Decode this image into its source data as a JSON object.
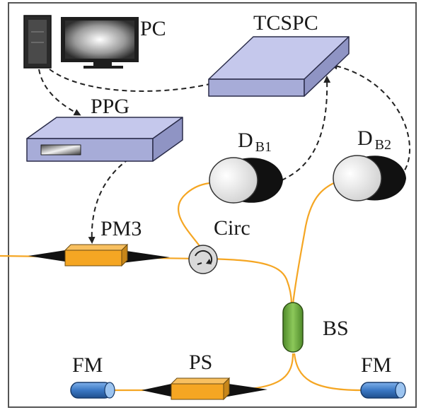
{
  "labels": {
    "pc": "PC",
    "tcspc": "TCSPC",
    "ppg": "PPG",
    "detector_1_main": "D",
    "detector_1_sub": "B1",
    "detector_2_main": "D",
    "detector_2_sub": "B2",
    "pm3": "PM3",
    "circ": "Circ",
    "bs": "BS",
    "fm_left": "FM",
    "ps": "PS",
    "fm_right": "FM"
  },
  "colors": {
    "fiber": "#f5a623",
    "device_box": "#a7acd8",
    "device_edge": "#2b2d4a",
    "modulator": "#f5a623",
    "beam_splitter": "#6aaa3a",
    "faraday_mirror": "#3b78c4",
    "electrical_link": "#222222"
  }
}
